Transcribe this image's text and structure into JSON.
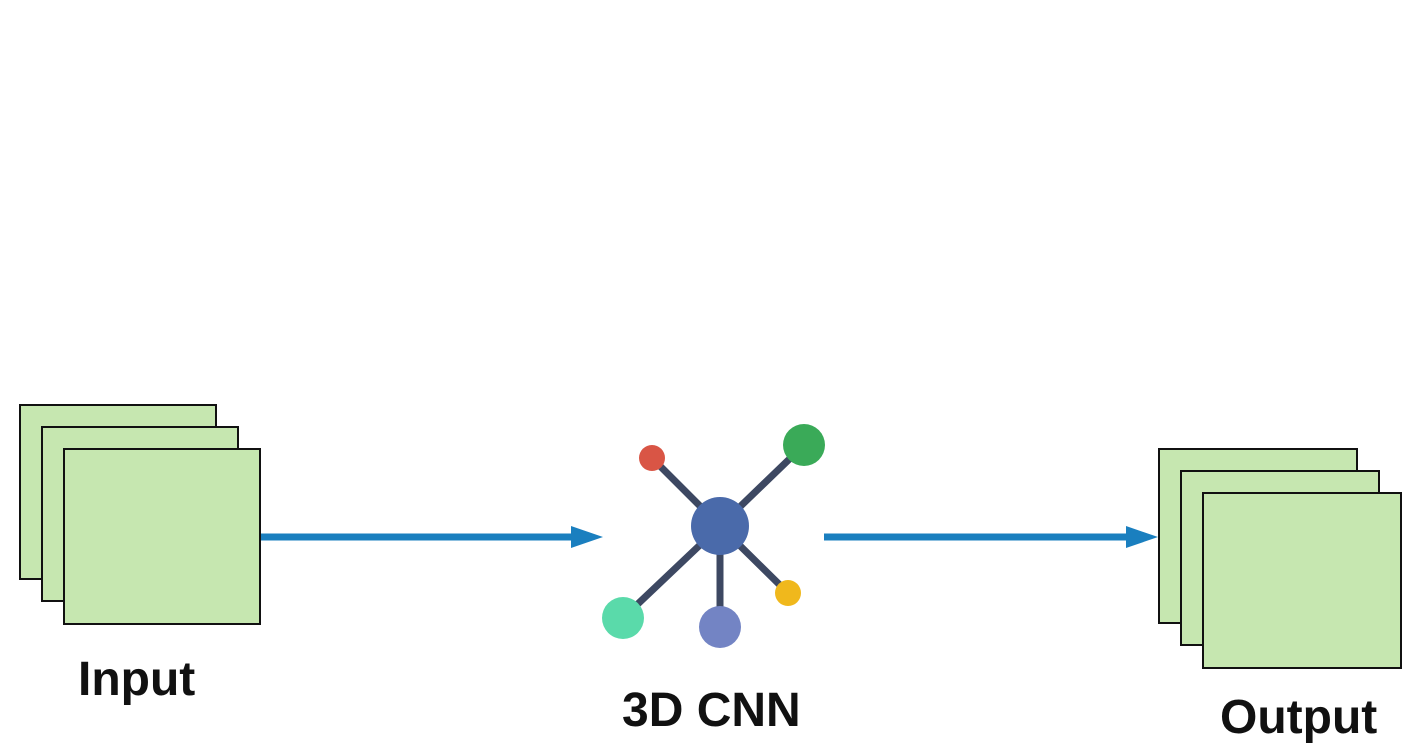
{
  "diagram": {
    "input": {
      "label": "Input",
      "frame_count": 3,
      "fill_color": "#c6e7b0"
    },
    "model": {
      "label": "3D CNN",
      "icon": "neural-network-icon",
      "hub_color": "#4a6aaa",
      "node_colors": [
        "#d95545",
        "#3aaa58",
        "#f0b81c",
        "#7384c4",
        "#5adaaa"
      ],
      "edge_color": "#3d4862"
    },
    "output": {
      "label": "Output",
      "frame_count": 3,
      "fill_color": "#c6e7b0"
    },
    "arrow_color": "#1a7fbf"
  }
}
